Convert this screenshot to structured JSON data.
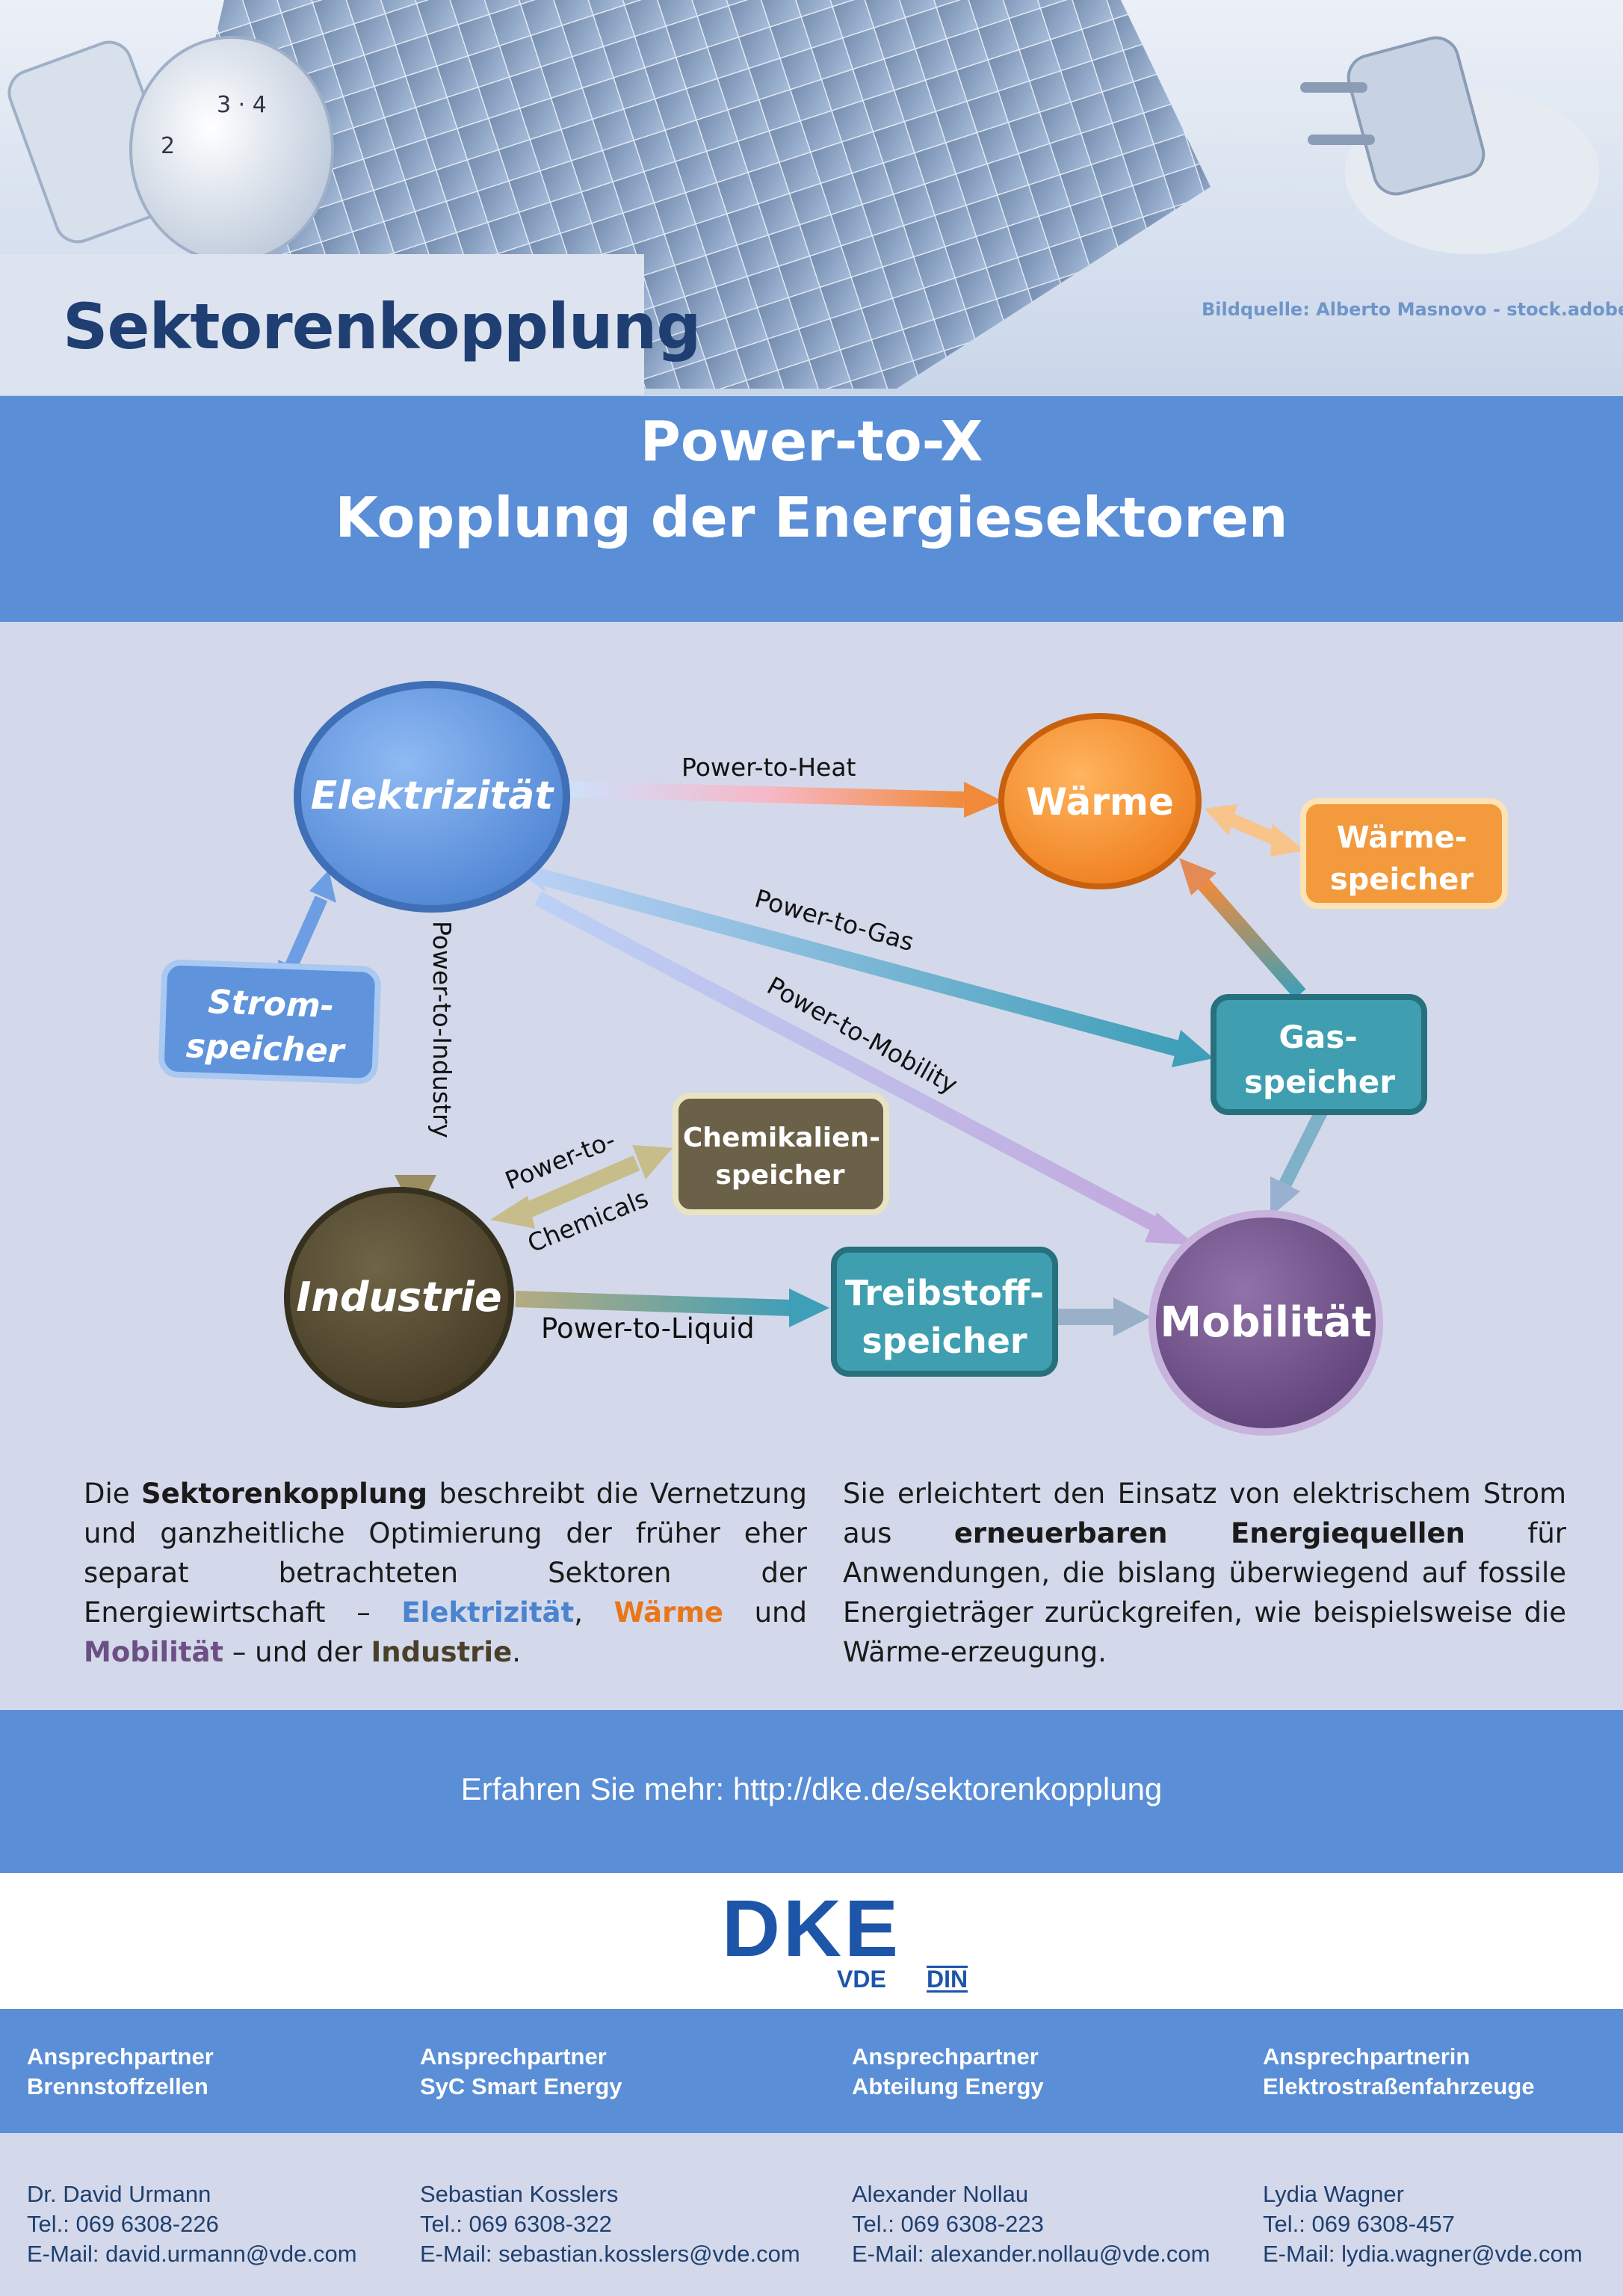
{
  "header": {
    "section_title": "Sektorenkopplung",
    "image_credit": "Bildquelle: Alberto Masnovo - stock.adobe.com",
    "title_line1": "Power-to-X",
    "title_line2": "Kopplung der Energiesektoren"
  },
  "diagram": {
    "nodes": {
      "elektrizitaet": "Elektrizität",
      "waerme": "Wärme",
      "industrie": "Industrie",
      "mobilitaet": "Mobilität",
      "stromspeicher_1": "Strom-",
      "stromspeicher_2": "speicher",
      "waermespeicher_1": "Wärme-",
      "waermespeicher_2": "speicher",
      "gasspeicher_1": "Gas-",
      "gasspeicher_2": "speicher",
      "chemikalienspeicher_1": "Chemikalien-",
      "chemikalienspeicher_2": "speicher",
      "treibstoffspeicher_1": "Treibstoff-",
      "treibstoffspeicher_2": "speicher"
    },
    "edges": {
      "power_to_heat": "Power-to-Heat",
      "power_to_gas": "Power-to-Gas",
      "power_to_mobility": "Power-to-Mobility",
      "power_to_industry": "Power-to-Industry",
      "power_to_chemicals_1": "Power-to-",
      "power_to_chemicals_2": "Chemicals",
      "power_to_liquid": "Power-to-Liquid"
    }
  },
  "text_left": {
    "p1": "Die ",
    "b1": "Sektorenkopplung",
    "p2": " beschreibt die Vernetzung und ganzheitliche Optimierung der früher eher separat betrachteten Sektoren der Energiewirtschaft – ",
    "el": "Elektrizität",
    "p3": ", ",
    "wa": "Wärme",
    "p4": " und ",
    "mo": "Mobilität",
    "p5": " – und der ",
    "in": "Industrie",
    "p6": "."
  },
  "text_right": {
    "p1": "Sie erleichtert den Einsatz von elektrischem Strom aus ",
    "b1": "erneuerbaren Energiequellen",
    "p2": " für Anwendungen, die bislang überwiegend auf fossile Energieträger zurückgreifen, wie beispielsweise die Wärme-erzeugung."
  },
  "more_info": "Erfahren Sie mehr: http://dke.de/sektorenkopplung",
  "logo": {
    "main": "DKE",
    "sub1": "VDE",
    "sub2": "DIN"
  },
  "contacts": [
    {
      "role_line1": "Ansprechpartner",
      "role_line2": "Brennstoffzellen",
      "name": "Dr. David Urmann",
      "tel": "Tel.: 069 6308-226",
      "email": "E-Mail: david.urmann@vde.com"
    },
    {
      "role_line1": "Ansprechpartner",
      "role_line2": "SyC Smart Energy",
      "name": "Sebastian Kosslers",
      "tel": "Tel.: 069 6308-322",
      "email": "E-Mail: sebastian.kosslers@vde.com"
    },
    {
      "role_line1": "Ansprechpartner",
      "role_line2": "Abteilung Energy",
      "name": "Alexander Nollau",
      "tel": "Tel.: 069 6308-223",
      "email": "E-Mail: alexander.nollau@vde.com"
    },
    {
      "role_line1": "Ansprechpartnerin",
      "role_line2": "Elektrostraßenfahrzeuge",
      "name": "Lydia Wagner",
      "tel": "Tel.: 069 6308-457",
      "email": "E-Mail: lydia.wagner@vde.com"
    }
  ],
  "colors": {
    "band_blue": "#5a8ed6",
    "title_navy": "#1f3f73",
    "elektrizitaet": "#6b9ee6",
    "waerme": "#f39a3c",
    "industrie": "#5d5238",
    "mobilitaet": "#7a5a8f",
    "speicher_teal": "#3f9fb0"
  }
}
